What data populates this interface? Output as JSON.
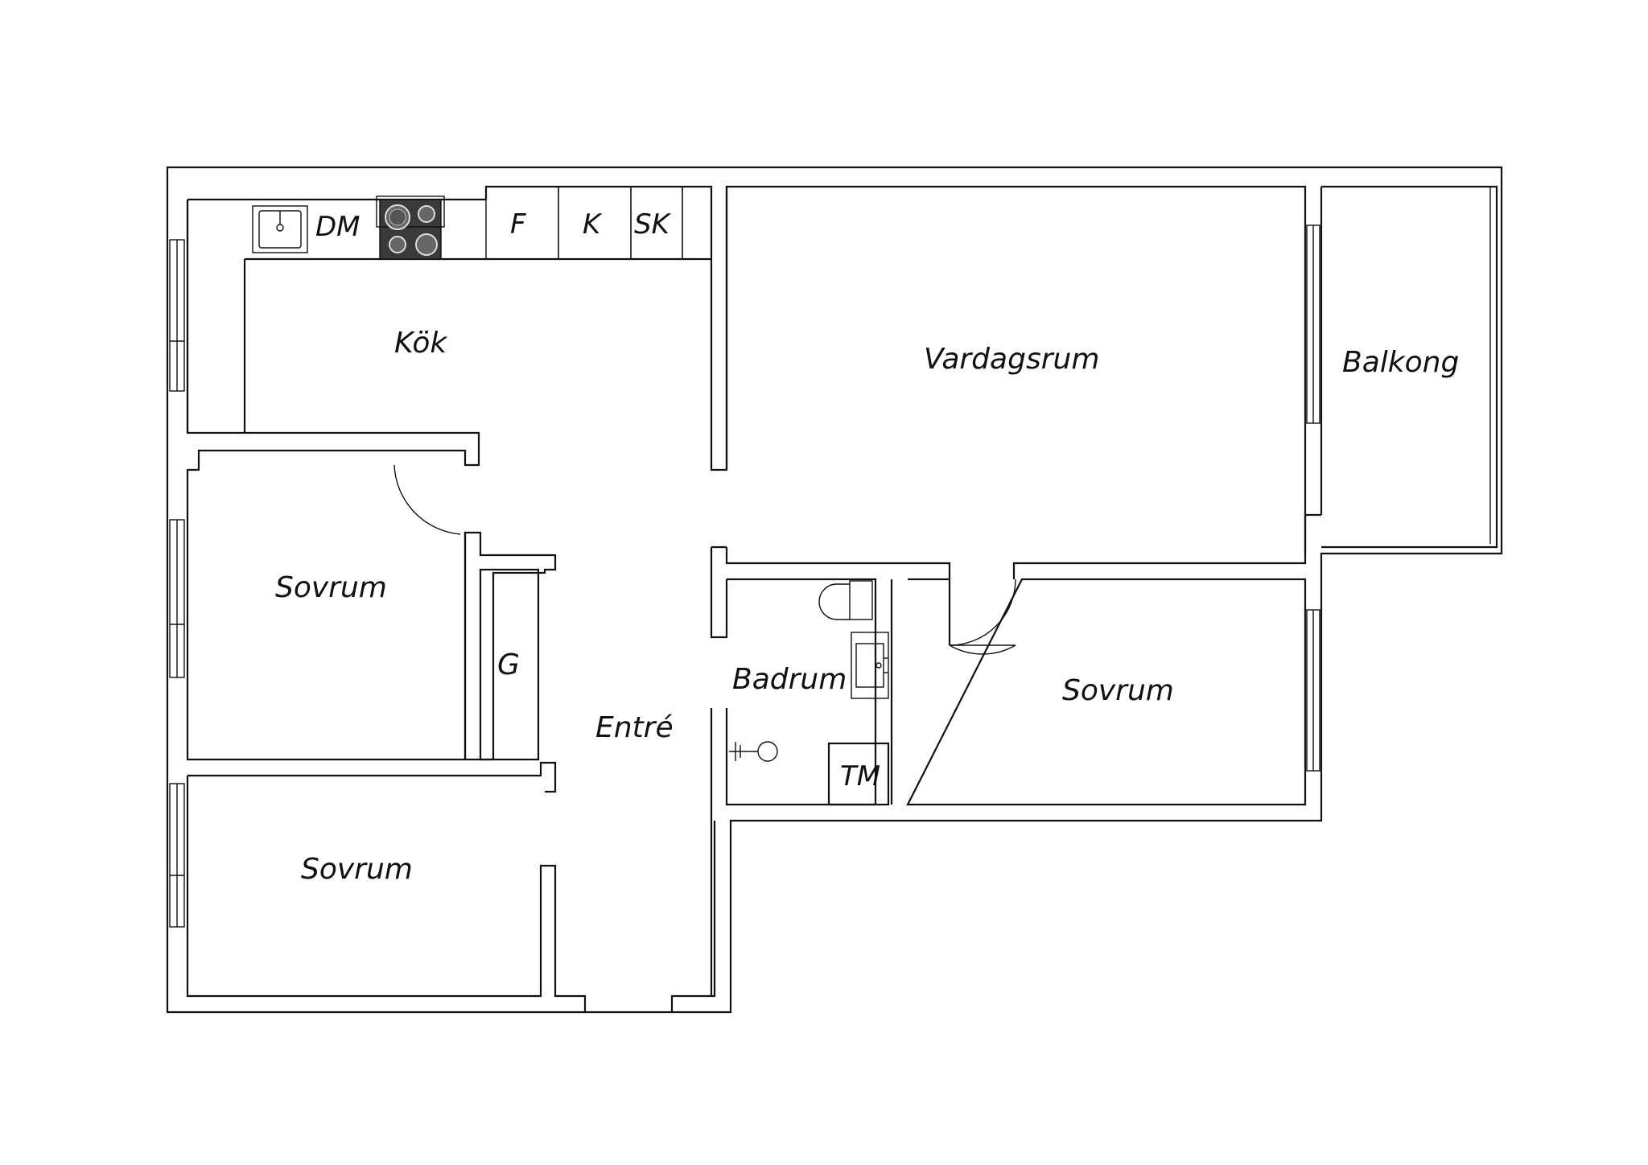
{
  "rooms": {
    "kitchen": "Kök",
    "living": "Vardagsrum",
    "balcony": "Balkong",
    "bedroom_1": "Sovrum",
    "bedroom_2": "Sovrum",
    "bedroom_3": "Sovrum",
    "entry": "Entré",
    "bathroom": "Badrum",
    "wardrobe": "G"
  },
  "fixtures": {
    "dishwasher": "DM",
    "fridge": "F",
    "freezer": "K",
    "cabinet": "SK",
    "washer": "TM"
  },
  "icons": [
    "sink-icon",
    "stove-icon",
    "toilet-icon",
    "washbasin-icon",
    "shower-icon",
    "door-swing-icon",
    "window-icon"
  ]
}
